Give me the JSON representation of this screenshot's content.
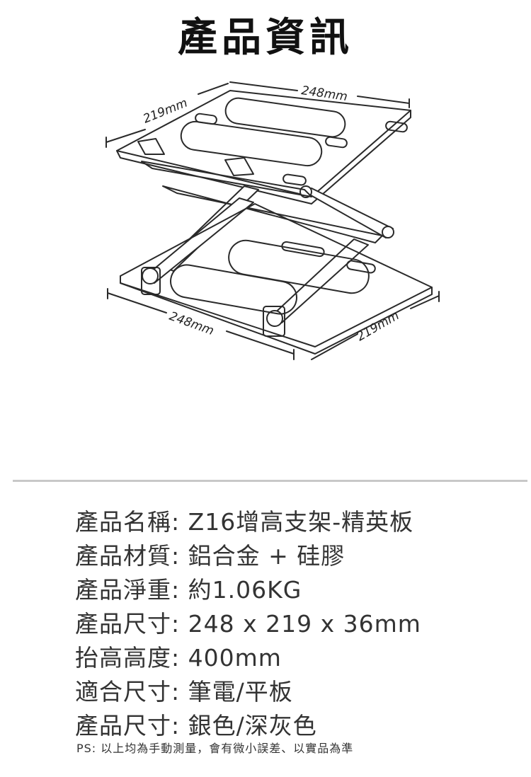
{
  "title": "產品資訊",
  "dimensions": {
    "top_width": "248mm",
    "top_depth": "219mm",
    "bottom_width": "248mm",
    "bottom_depth": "219mm"
  },
  "specs": [
    {
      "label": "產品名稱:",
      "value": "Z16增高支架-精英板"
    },
    {
      "label": "產品材質:",
      "value": "鋁合金 + 硅膠"
    },
    {
      "label": "產品淨重:",
      "value": "約1.06KG"
    },
    {
      "label": "產品尺寸:",
      "value": "248 x 219 x 36mm"
    },
    {
      "label": "抬高高度:",
      "value": "400mm"
    },
    {
      "label": "適合尺寸:",
      "value": "筆電/平板"
    },
    {
      "label": "產品尺寸:",
      "value": "銀色/深灰色"
    }
  ],
  "note": "PS: 以上均為手動測量，會有微小誤差、以實品為準"
}
